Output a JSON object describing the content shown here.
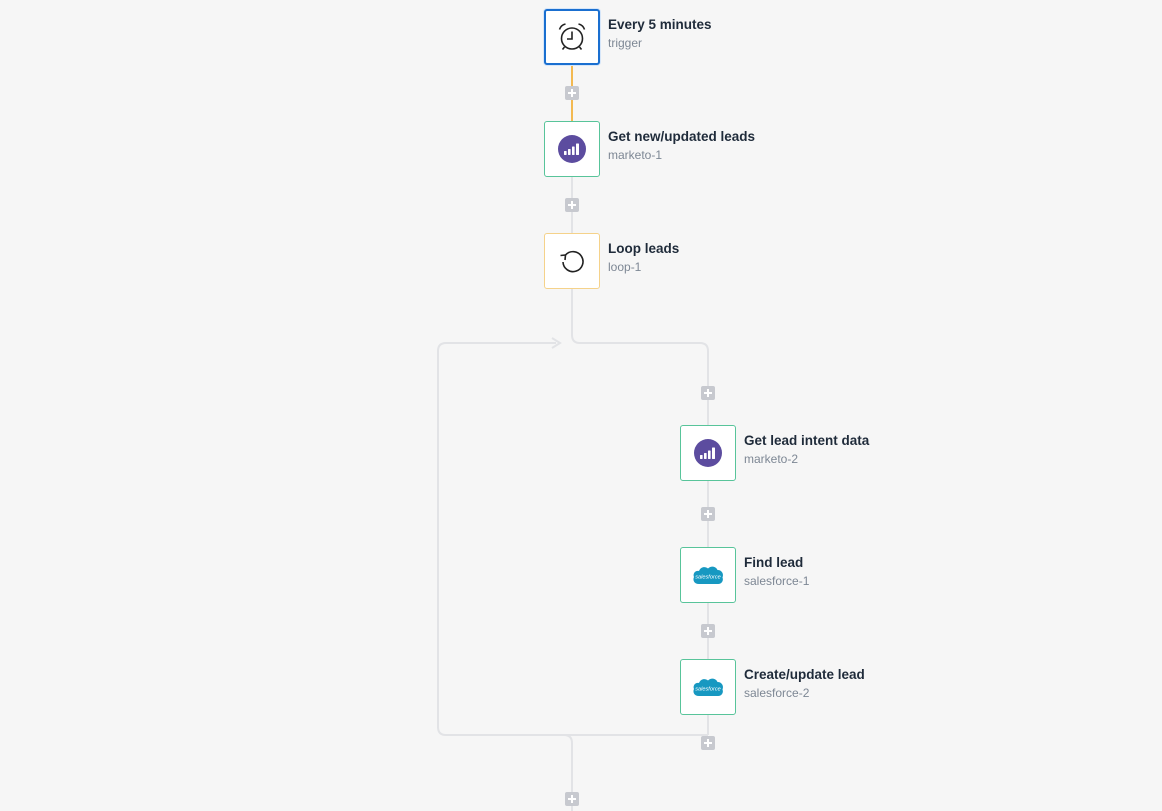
{
  "steps": [
    {
      "title": "Every 5 minutes",
      "subtitle": "trigger",
      "icon": "alarm-clock-icon"
    },
    {
      "title": "Get new/updated leads",
      "subtitle": "marketo-1",
      "icon": "marketo-icon"
    },
    {
      "title": "Loop leads",
      "subtitle": "loop-1",
      "icon": "loop-icon"
    },
    {
      "title": "Get lead intent data",
      "subtitle": "marketo-2",
      "icon": "marketo-icon"
    },
    {
      "title": "Find lead",
      "subtitle": "salesforce-1",
      "icon": "salesforce-icon"
    },
    {
      "title": "Create/update lead",
      "subtitle": "salesforce-2",
      "icon": "salesforce-icon"
    }
  ],
  "brand_logos": {
    "salesforce": "salesforce"
  },
  "colors": {
    "trigger_connector": "#f2a51a",
    "connector": "#e2e3e6",
    "selected_border": "#1a6fd0",
    "action_border": "#58c49a",
    "loop_border": "#f5d28a",
    "marketo": "#5c4c9f",
    "salesforce": "#1798c1"
  }
}
